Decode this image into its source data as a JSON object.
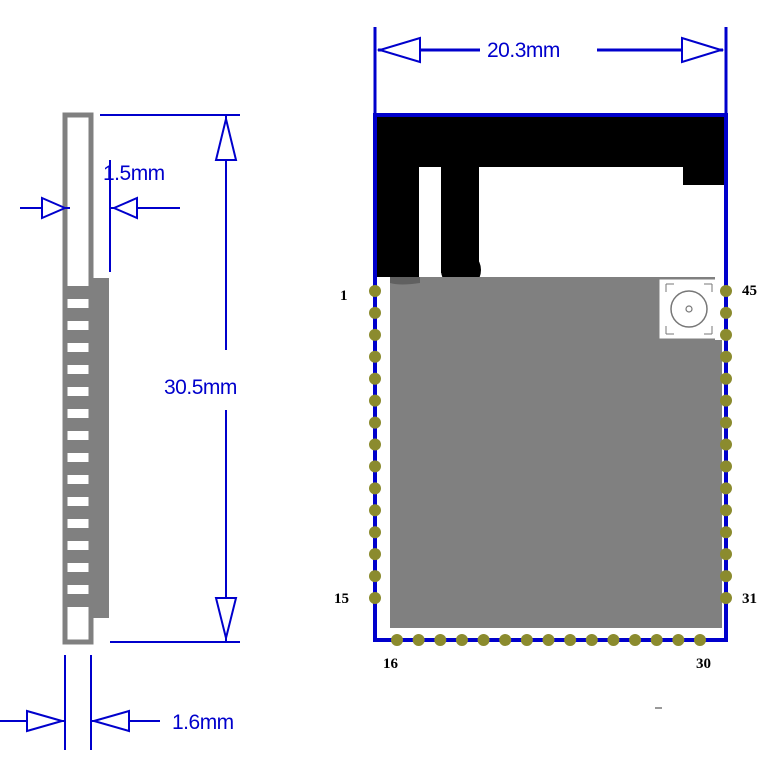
{
  "dimensions": {
    "width": "20.3mm",
    "height": "30.5mm",
    "thickness_top": "1.5mm",
    "thickness_bottom": "1.6mm"
  },
  "pins": {
    "first": "1",
    "left_bottom": "15",
    "bottom_left": "16",
    "bottom_right": "30",
    "right_bottom": "31",
    "right_top": "45"
  },
  "colors": {
    "outline": "#0000cc",
    "side_view": "#808080",
    "shield": "#808080",
    "antenna": "#000000",
    "pads": "#8b8b2e"
  },
  "icons": {
    "connector": "ufl-connector-icon"
  }
}
